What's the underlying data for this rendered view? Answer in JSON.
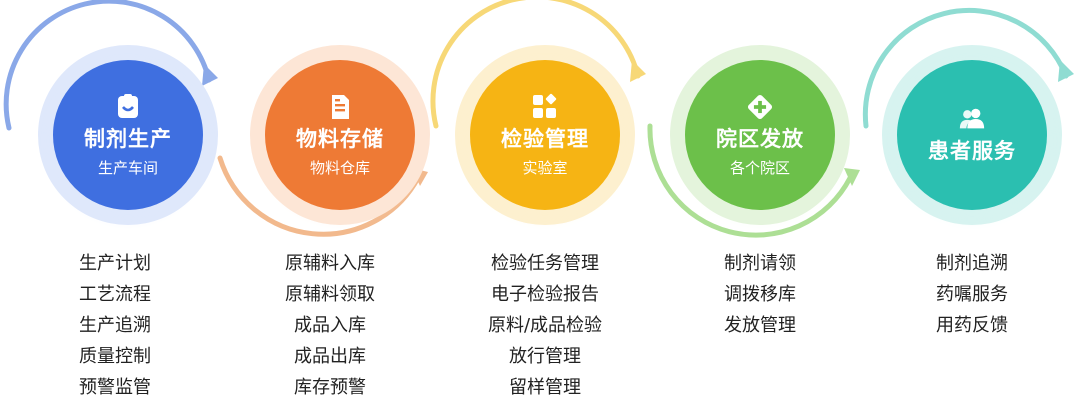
{
  "stages": [
    {
      "id": "production",
      "title": "制剂生产",
      "subtitle": "生产车间",
      "icon": "clipboard-icon",
      "color": "#3f6fe0",
      "halo": "#dfe8fb",
      "arc": "#8aa8e8",
      "items": [
        "生产计划",
        "工艺流程",
        "生产追溯",
        "质量控制",
        "预警监管"
      ]
    },
    {
      "id": "storage",
      "title": "物料存储",
      "subtitle": "物料仓库",
      "icon": "document-icon",
      "color": "#ee7a35",
      "halo": "#fde6d6",
      "arc": "#f2b98d",
      "items": [
        "原辅料入库",
        "原辅料领取",
        "成品入库",
        "成品出库",
        "库存预警"
      ]
    },
    {
      "id": "inspection",
      "title": "检验管理",
      "subtitle": "实验室",
      "icon": "apps-icon",
      "color": "#f6b414",
      "halo": "#fdf0cf",
      "arc": "#f7d877",
      "items": [
        "检验任务管理",
        "电子检验报告",
        "原料/成品检验",
        "放行管理",
        "留样管理"
      ]
    },
    {
      "id": "distribution",
      "title": "院区发放",
      "subtitle": "各个院区",
      "icon": "medical-cross-icon",
      "color": "#6cc04a",
      "halo": "#e4f4dc",
      "arc": "#addf95",
      "items": [
        "制剂请领",
        "调拨移库",
        "发放管理"
      ]
    },
    {
      "id": "patient",
      "title": "患者服务",
      "subtitle": "",
      "icon": "users-icon",
      "color": "#2bbfb0",
      "halo": "#d7f3f0",
      "arc": "#8fdcd2",
      "items": [
        "制剂追溯",
        "药嘱服务",
        "用药反馈"
      ]
    }
  ]
}
